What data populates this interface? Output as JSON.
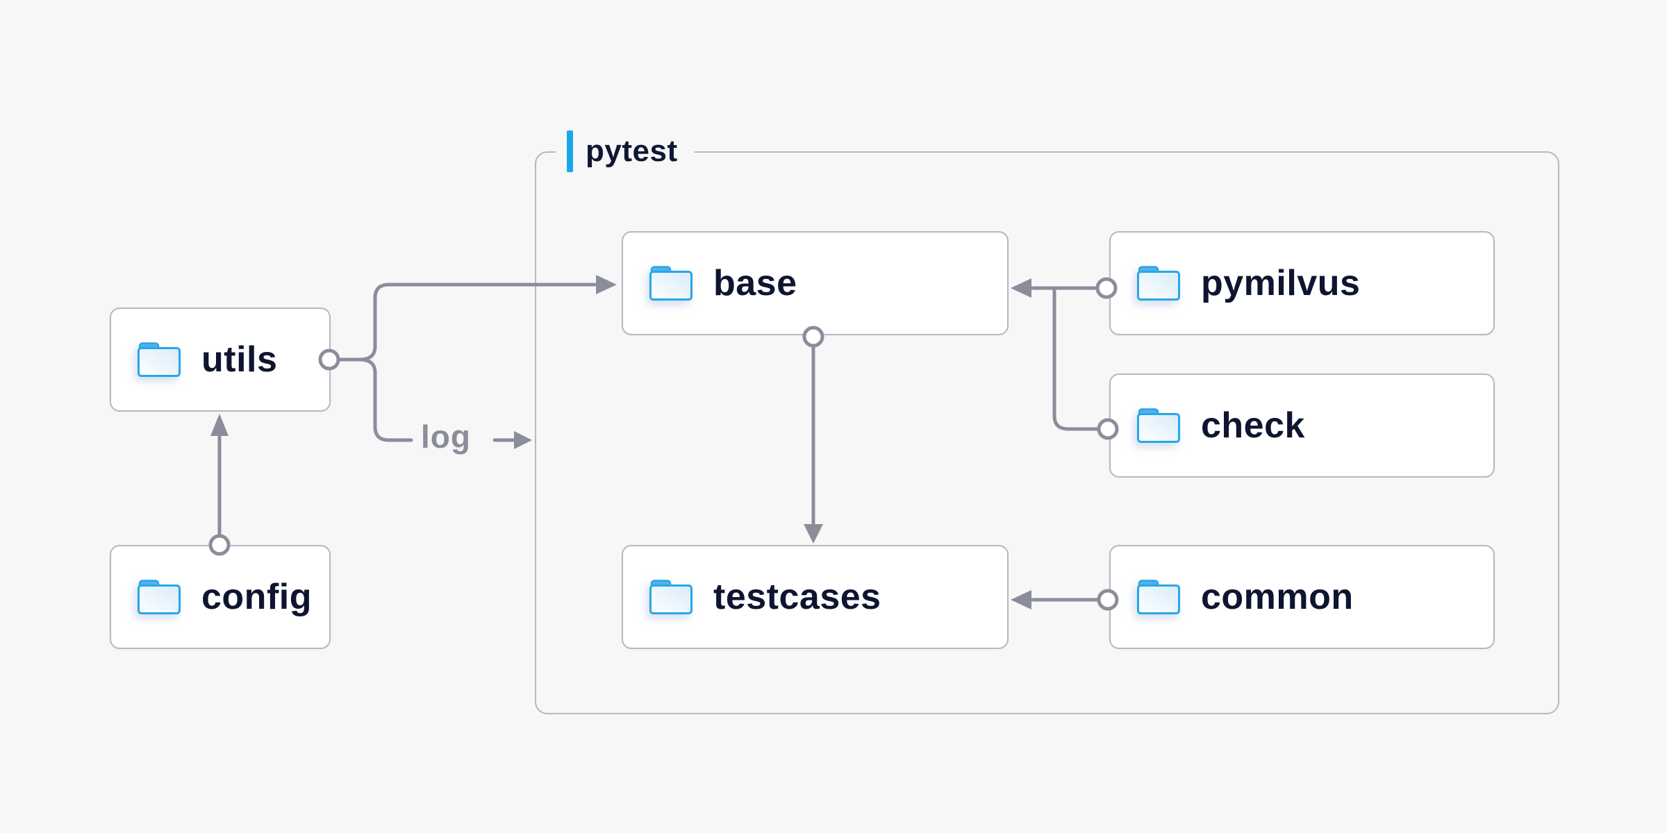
{
  "diagram": {
    "title_label": "pytest",
    "edge_label": "log",
    "nodes": [
      {
        "id": "utils",
        "label": "utils"
      },
      {
        "id": "config",
        "label": "config"
      },
      {
        "id": "base",
        "label": "base"
      },
      {
        "id": "pymilvus",
        "label": "pymilvus"
      },
      {
        "id": "check",
        "label": "check"
      },
      {
        "id": "testcases",
        "label": "testcases"
      },
      {
        "id": "common",
        "label": "common"
      }
    ],
    "edges": [
      {
        "from": "config",
        "to": "utils",
        "style": "circle-start arrow-end"
      },
      {
        "from": "utils",
        "to": "base",
        "style": "circle-start arrow-end"
      },
      {
        "from": "utils",
        "to": "log",
        "style": "circle-start arrow-end",
        "label": "log"
      },
      {
        "from": "base",
        "to": "testcases",
        "style": "circle-start arrow-end"
      },
      {
        "from": "pymilvus",
        "to": "base",
        "style": "circle-start arrow-end"
      },
      {
        "from": "check",
        "to": "base",
        "style": "circle-start arrow-end"
      },
      {
        "from": "common",
        "to": "testcases",
        "style": "circle-start arrow-end"
      }
    ],
    "colors": {
      "background": "#f7f7f8",
      "node_fill": "#ffffff",
      "node_border": "#b5b7c3",
      "node_text": "#0d1530",
      "connector": "#8b8d9b",
      "accent_bar": "#1aa7e8",
      "folder_stroke": "#29a6e9",
      "folder_tab": "#53b1e9",
      "folder_body_light": "#ffffff",
      "folder_body_blue": "#d8ecfa"
    }
  }
}
